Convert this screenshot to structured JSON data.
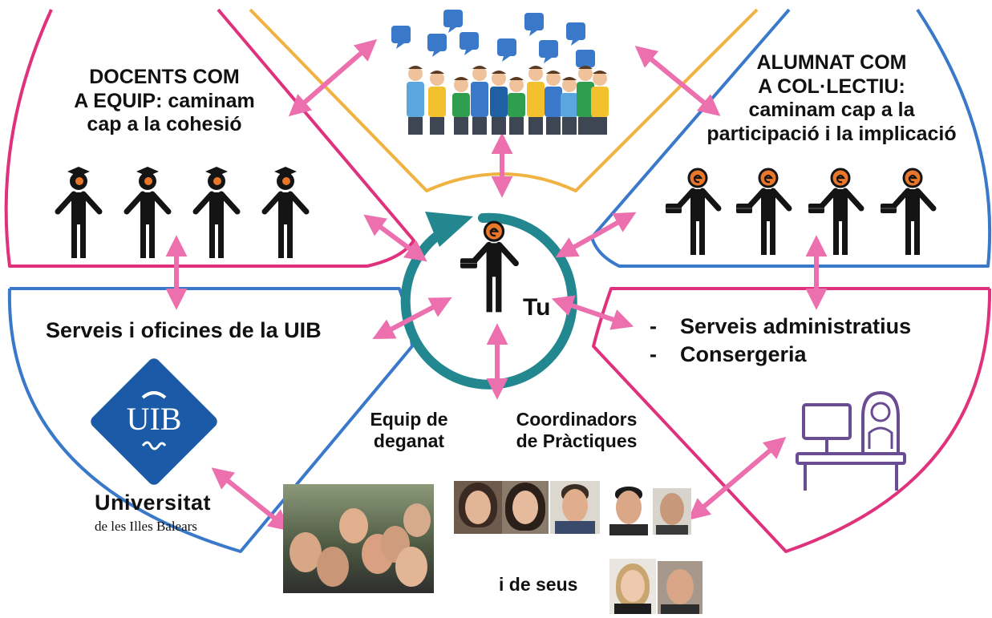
{
  "colors": {
    "pink": "#e0317d",
    "blue": "#3a79c9",
    "yellow": "#f0b240",
    "teal": "#23878f",
    "arrow": "#ec6fae",
    "uib_blue": "#1a5aa6",
    "purple": "#6a4c93",
    "figure": "#141414",
    "badge": "#e8762b"
  },
  "labels": {
    "docents": [
      "DOCENTS COM",
      "A EQUIP: caminam",
      "cap a la cohesió"
    ],
    "alumnat": [
      "ALUMNAT COM",
      "A COL·LECTIU:",
      "caminam cap a la",
      "participació i la implicació"
    ],
    "serveis_uib": "Serveis i oficines de la UIB",
    "serveis_admin": [
      "Serveis administratius",
      "Consergeria"
    ],
    "bullet": "-",
    "tu": "Tu",
    "equip_deganat": [
      "Equip de",
      "deganat"
    ],
    "coordinadors": [
      "Coordinadors",
      "de Pràctiques"
    ],
    "seus": "i de seus"
  },
  "logo": {
    "mark": "UIB",
    "name": "Universitat",
    "subtitle": "de les Illes Balears"
  },
  "icons": {
    "central": "person-with-briefcase-icon",
    "teachers": "graduate-person-icon",
    "students": "student-with-briefcase-icon",
    "crowd": "community-crowd-icon",
    "reception": "reception-desk-icon"
  }
}
